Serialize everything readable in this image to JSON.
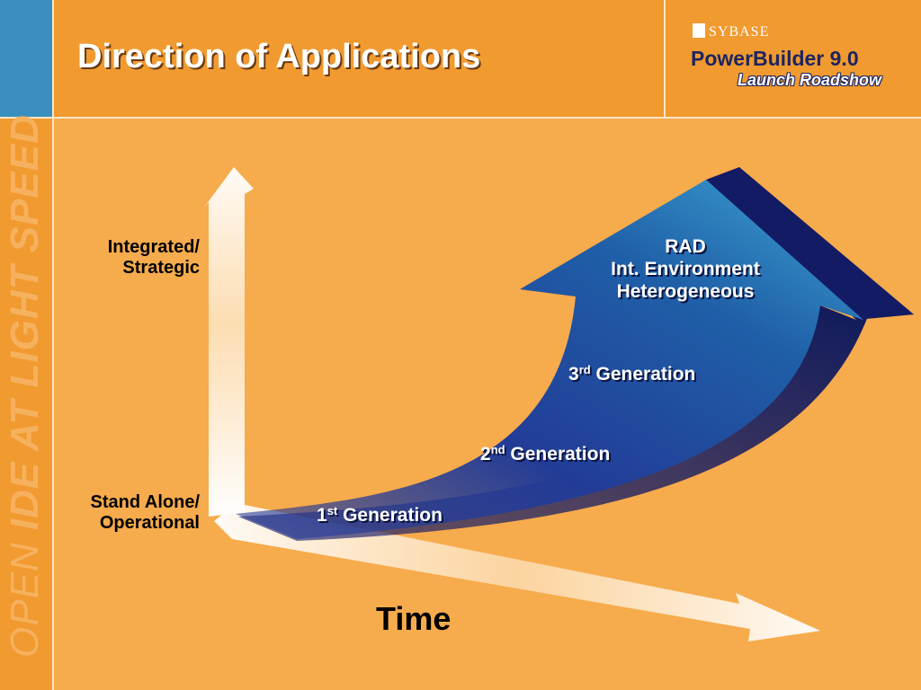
{
  "slide": {
    "title": "Direction of Applications",
    "vertical_tagline": [
      "OPEN",
      "IDE AT",
      "LIGHT SPEED"
    ]
  },
  "logo": {
    "company": "SYBASE",
    "product": "PowerBuilder 9.0",
    "subtitle": "Launch Roadshow"
  },
  "diagram": {
    "y_axis_labels": {
      "top": [
        "Integrated/",
        "Strategic"
      ],
      "bottom": [
        "Stand Alone/",
        "Operational"
      ]
    },
    "x_axis_label": "Time",
    "stages": [
      {
        "number": "1",
        "suffix": "st",
        "label": "Generation"
      },
      {
        "number": "2",
        "suffix": "nd",
        "label": "Generation"
      },
      {
        "number": "3",
        "suffix": "rd",
        "label": "Generation"
      }
    ],
    "arrow_head_lines": [
      "RAD",
      "Int. Environment",
      "Heterogeneous"
    ]
  },
  "colors": {
    "background": "#f6ab4c",
    "header": "#f19a30",
    "corner": "#3b8fbf",
    "arrow_light": "#3aa0d0",
    "arrow_dark": "#1b2d86"
  }
}
